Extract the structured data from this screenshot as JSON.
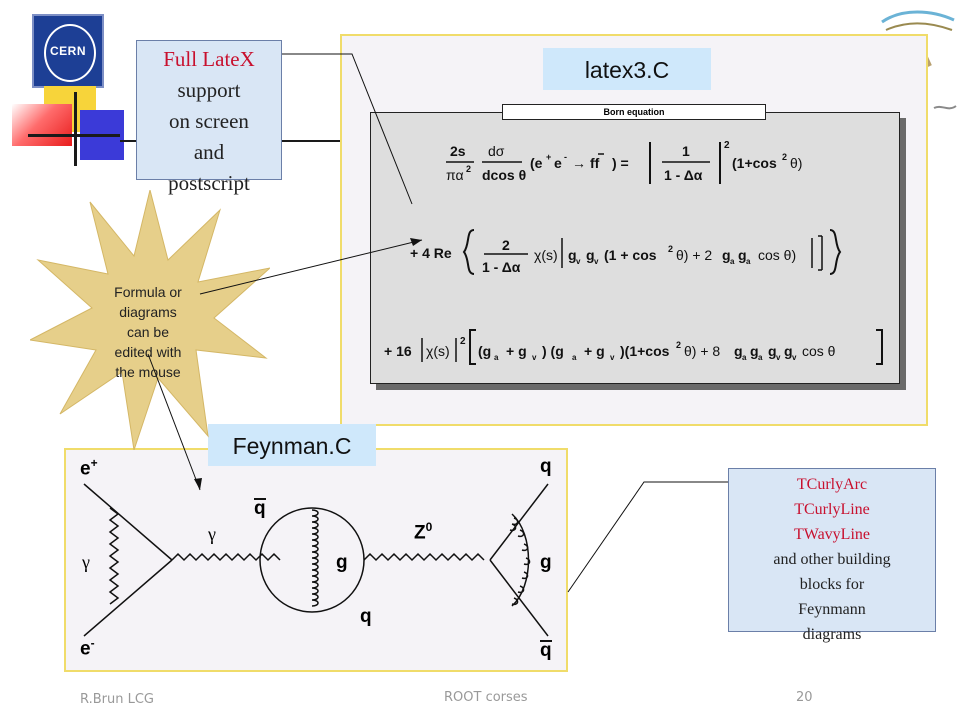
{
  "logo": {
    "text": "CERN"
  },
  "callout_latex": {
    "title": "Full LateX",
    "lines": [
      "support",
      "on screen",
      "and",
      "postscript"
    ]
  },
  "label_latex3": "latex3.C",
  "label_feynman": "Feynman.C",
  "equation_box": {
    "title": "Born equation"
  },
  "starburst_text": [
    "Formula or",
    "diagrams",
    "can be",
    "edited with",
    "the mouse"
  ],
  "callout_tcurly": {
    "classes": [
      "TCurlyArc",
      "TCurlyLine",
      "TWavyLine"
    ],
    "lines": [
      "and other building",
      "blocks for",
      "Feynmann",
      "diagrams"
    ]
  },
  "feynman": {
    "e_plus": "e",
    "e_plus_sup": "+",
    "e_minus": "e",
    "e_minus_sup": "-",
    "gamma_left": "γ",
    "gamma_mid": "γ",
    "qbar_top": "q",
    "g_center": "g",
    "q_bottom": "q",
    "z0": "Z",
    "z0_sup": "0",
    "q_right_top": "q",
    "g_right": "g",
    "qbar_right_bottom": "q"
  },
  "footer": {
    "left": "R.Brun LCG",
    "center": "ROOT corses",
    "page": "20"
  },
  "colors": {
    "accent_red": "#c8102e",
    "callout_bg": "#d9e6f5",
    "label_bg": "#cfe8fb",
    "panel_border": "#f0dc6a"
  }
}
